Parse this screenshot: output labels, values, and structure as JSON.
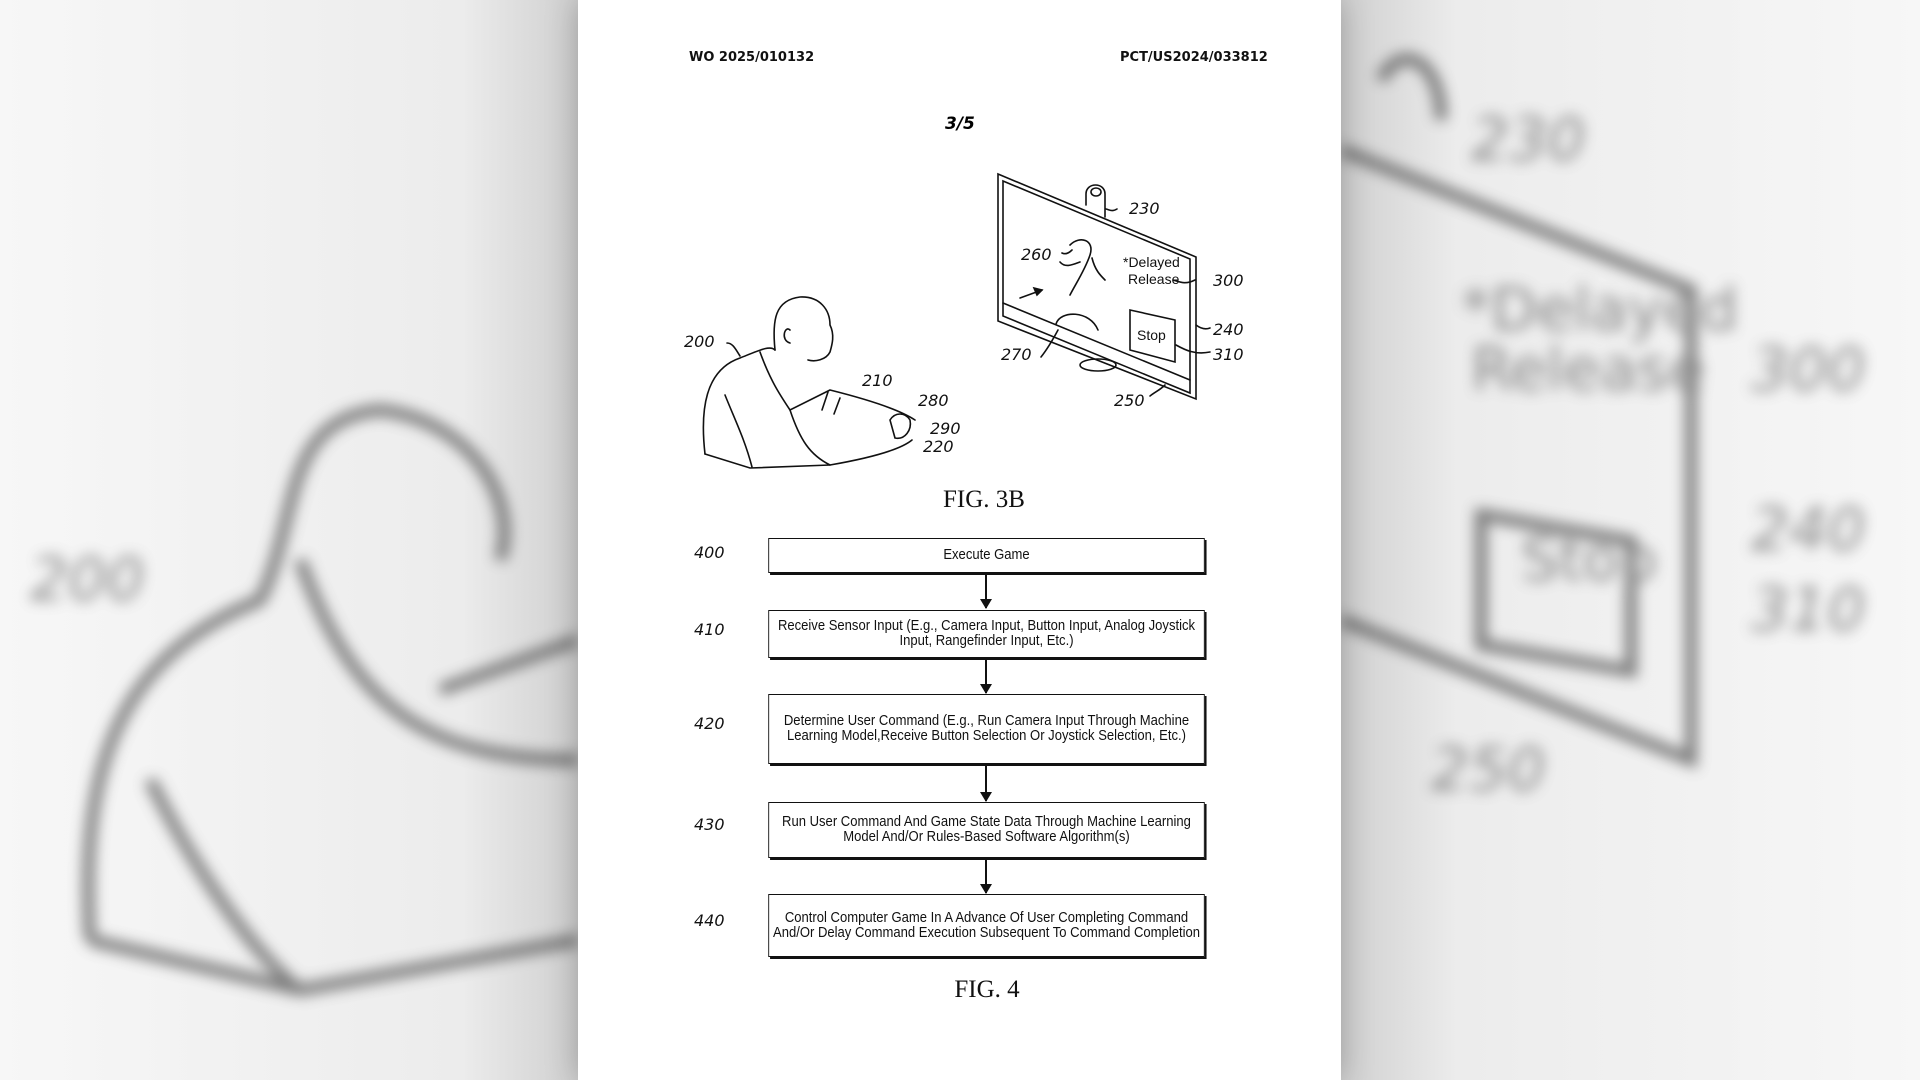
{
  "header": {
    "publication_number": "WO 2025/010132",
    "application_number": "PCT/US2024/033812"
  },
  "sheet_number": "3/5",
  "fig3b": {
    "caption": "FIG. 3B",
    "screen_text": [
      "*Delayed",
      "Release"
    ],
    "stop_button": "Stop",
    "refs": {
      "user": "200",
      "controller": "210",
      "controller_hand": "220",
      "camera": "230",
      "display": "240",
      "display_bottom": "250",
      "character": "260",
      "ball": "270",
      "button_a": "280",
      "button_b": "290",
      "notice": "300",
      "stop": "310"
    }
  },
  "fig4": {
    "caption": "FIG. 4",
    "steps": [
      {
        "ref": "400",
        "text": "Execute Game"
      },
      {
        "ref": "410",
        "text": "Receive Sensor Input (E.g., Camera Input, Button Input, Analog Joystick Input, Rangefinder Input, Etc.)"
      },
      {
        "ref": "420",
        "text": "Determine User Command (E.g., Run Camera Input Through Machine Learning Model,Receive Button Selection Or Joystick Selection, Etc.)"
      },
      {
        "ref": "430",
        "text": "Run User Command And Game State Data Through Machine Learning Model And/Or Rules-Based Software Algorithm(s)"
      },
      {
        "ref": "440",
        "text": "Control Computer Game In A Advance Of User Completing Command And/Or Delay Command Execution Subsequent To Command Completion"
      }
    ]
  }
}
